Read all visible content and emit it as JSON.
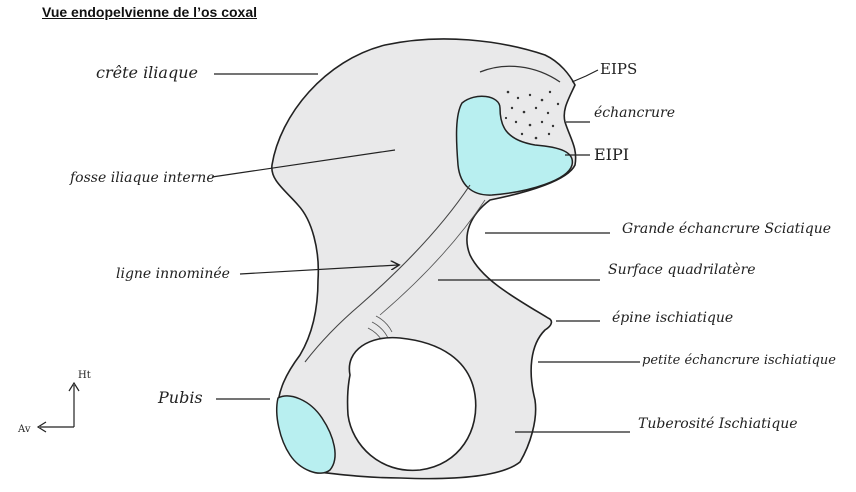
{
  "title": "Vue endopelvienne de l’os coxal",
  "labels": {
    "crete_iliaque": "crête iliaque",
    "fosse_iliaque_interne": "fosse iliaque interne",
    "ligne_innominee": "ligne innominée",
    "pubis": "Pubis",
    "eips": "EIPS",
    "echancrure": "échancrure",
    "eipi": "EIPI",
    "grande_echancrure": "Grande échancrure Sciatique",
    "surface_quadrilatere": "Surface quadrilatère",
    "epine_ischiatique": "épine ischiatique",
    "petite_echancrure": "petite échancrure ischiatique",
    "tuberosite": "Tuberosité Ischiatique"
  },
  "axes": {
    "up": "Ht",
    "front": "Av"
  },
  "colors": {
    "bone": "#e9e9ea",
    "cartilage": "#b8eff0",
    "outline": "#222222"
  }
}
